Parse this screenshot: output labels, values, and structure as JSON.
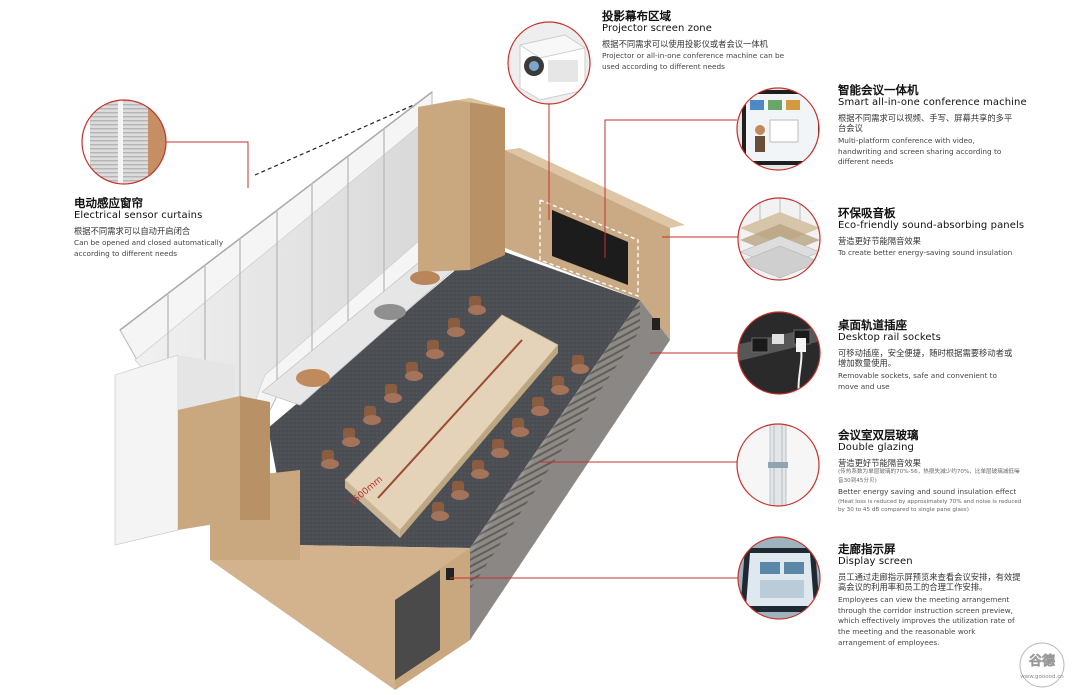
{
  "callouts": {
    "projector": {
      "zh_title": "投影幕布区域",
      "en_title": "Projector screen zone",
      "zh_desc": "根据不同需求可以使用投影仪或者会议一体机",
      "en_desc": "Projector or all-in-one conference machine can be used according to different needs"
    },
    "smart_machine": {
      "zh_title": "智能会议一体机",
      "en_title": "Smart all-in-one conference machine",
      "zh_desc": "根据不同需求可以视频、手写、屏幕共享的多平台会议",
      "en_desc": "Multi-platform conference with video, handwriting and screen sharing according to different needs"
    },
    "curtains": {
      "zh_title": "电动感应窗帘",
      "en_title": "Electrical sensor curtains",
      "zh_desc": "根据不同需求可以自动开启闭合",
      "en_desc": "Can be opened and closed automatically according to different needs"
    },
    "panels": {
      "zh_title": "环保吸音板",
      "en_title": "Eco-friendly sound-absorbing panels",
      "zh_desc": "营造更好节能隔音效果",
      "en_desc": "To create better energy-saving sound insulation"
    },
    "sockets": {
      "zh_title": "桌面轨道插座",
      "en_title": "Desktop rail sockets",
      "zh_desc": "可移动插座，安全便捷，随时根据需要移动者或增加数量使用。",
      "en_desc": "Removable sockets, safe and convenient to move and use"
    },
    "glazing": {
      "zh_title": "会议室双层玻璃",
      "en_title": "Double glazing",
      "zh_desc": "营造更好节能隔音效果",
      "zh_note": "(传热系数为单层玻璃的70%-56，热损失减少约70%，比单层玻璃减低噪音30到45分贝)",
      "en_desc": "Better energy saving and sound insulation effect",
      "en_note": "(Heat loss is reduced by approximately 70% and noise is reduced by 30 to 45 dB compared to single pane glass)"
    },
    "display": {
      "zh_title": "走廊指示屏",
      "en_title": "Display screen",
      "zh_desc": "员工通过走廊指示屏预览来查看会议安排，有效提高会议的利用率和员工的合理工作安排。",
      "en_desc": "Employees can view the meeting arrangement through the corridor instruction screen preview, which effectively improves the utilization rate of the meeting and the reasonable work arrangement of employees."
    }
  },
  "dimension_label": "1500mm",
  "watermark": {
    "line1": "谷德",
    "line2": "www.gooood.cn"
  },
  "colors": {
    "accent": "#c6312b",
    "wood": "#c9a77f",
    "floor": "#4a4d52",
    "table": "#e4d3b8",
    "chair": "#9a6a4c"
  }
}
